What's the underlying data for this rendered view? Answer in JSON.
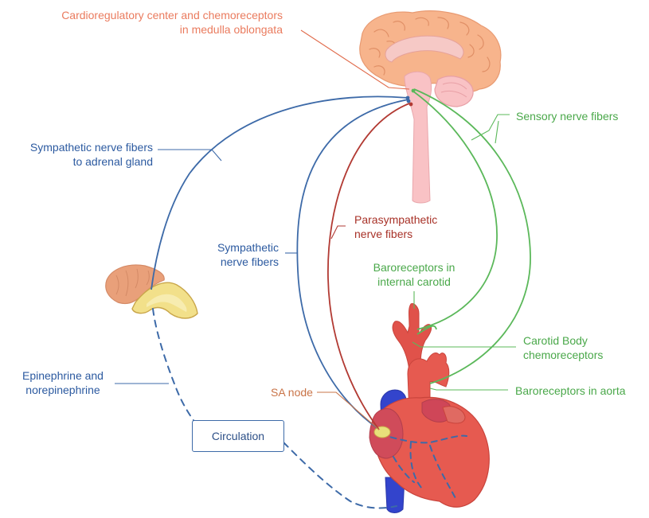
{
  "colors": {
    "brain": "#f7b48c",
    "brainstem": "#f9c2c5",
    "sympathetic": "#3d6aa8",
    "parasympathetic": "#b23a33",
    "sensory": "#5bb85a",
    "heart": "#e65a50",
    "vena_cava": "#3344cc",
    "adrenal_cortex": "#f2e08a",
    "adrenal_medulla": "#e9a07a",
    "sa_node": "#e8e07a"
  },
  "labels": {
    "cardio_center_line1": "Cardioregulatory center and chemoreceptors",
    "cardio_center_line2": "in medulla oblongata",
    "sensory_fibers": "Sensory nerve fibers",
    "symp_adrenal_line1": "Sympathetic nerve fibers",
    "symp_adrenal_line2": "to adrenal gland",
    "parasymp_line1": "Parasympathetic",
    "parasymp_line2": "nerve fibers",
    "symp_heart_line1": "Sympathetic",
    "symp_heart_line2": "nerve fibers",
    "baro_carotid_line1": "Baroreceptors in",
    "baro_carotid_line2": "internal carotid",
    "carotid_body_line1": "Carotid Body",
    "carotid_body_line2": "chemoreceptors",
    "baro_aorta": "Baroreceptors in aorta",
    "epinephrine_line1": "Epinephrine and",
    "epinephrine_line2": "norepinephrine",
    "sa_node": "SA node",
    "circulation": "Circulation"
  }
}
